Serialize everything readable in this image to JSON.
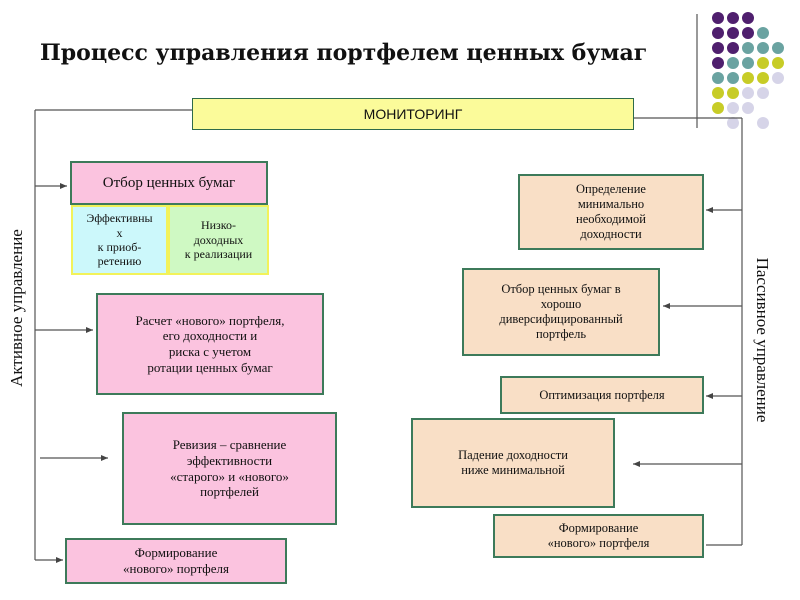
{
  "title": "Процесс управления портфелем ценных бумаг",
  "monitoring": "МОНИТОРИНГ",
  "active_label": "Активное управление",
  "passive_label": "Пассивное управление",
  "active": {
    "selection": "Отбор ценных бумаг",
    "effective": [
      "Эффективны",
      "х",
      "к приоб-",
      "ретению"
    ],
    "low_yield": [
      "Низко-",
      "доходных",
      "к реализации"
    ],
    "calc": [
      "Расчет «нового» портфеля,",
      "его доходности и",
      "риска с учетом",
      "ротации ценных бумаг"
    ],
    "revision": [
      "Ревизия – сравнение",
      "эффективности",
      "«старого» и «нового»",
      "портфелей"
    ],
    "forming": [
      "Формирование",
      "«нового» портфеля"
    ]
  },
  "passive": {
    "min_yield": [
      "Определение",
      "минимально",
      "необходимой",
      "доходности"
    ],
    "diversified": [
      "Отбор ценных бумаг  в",
      "хорошо",
      "диверсифицированный",
      "портфель"
    ],
    "optimization": "Оптимизация портфеля",
    "drop": [
      "Падение доходности",
      "ниже минимальной"
    ],
    "forming": [
      "Формирование",
      "«нового» портфеля"
    ]
  },
  "colors": {
    "dot_purple": "#4f1f6e",
    "dot_teal": "#6aa3a1",
    "dot_yellow": "#c7cc27",
    "dot_lavender": "#d6d4e8"
  }
}
